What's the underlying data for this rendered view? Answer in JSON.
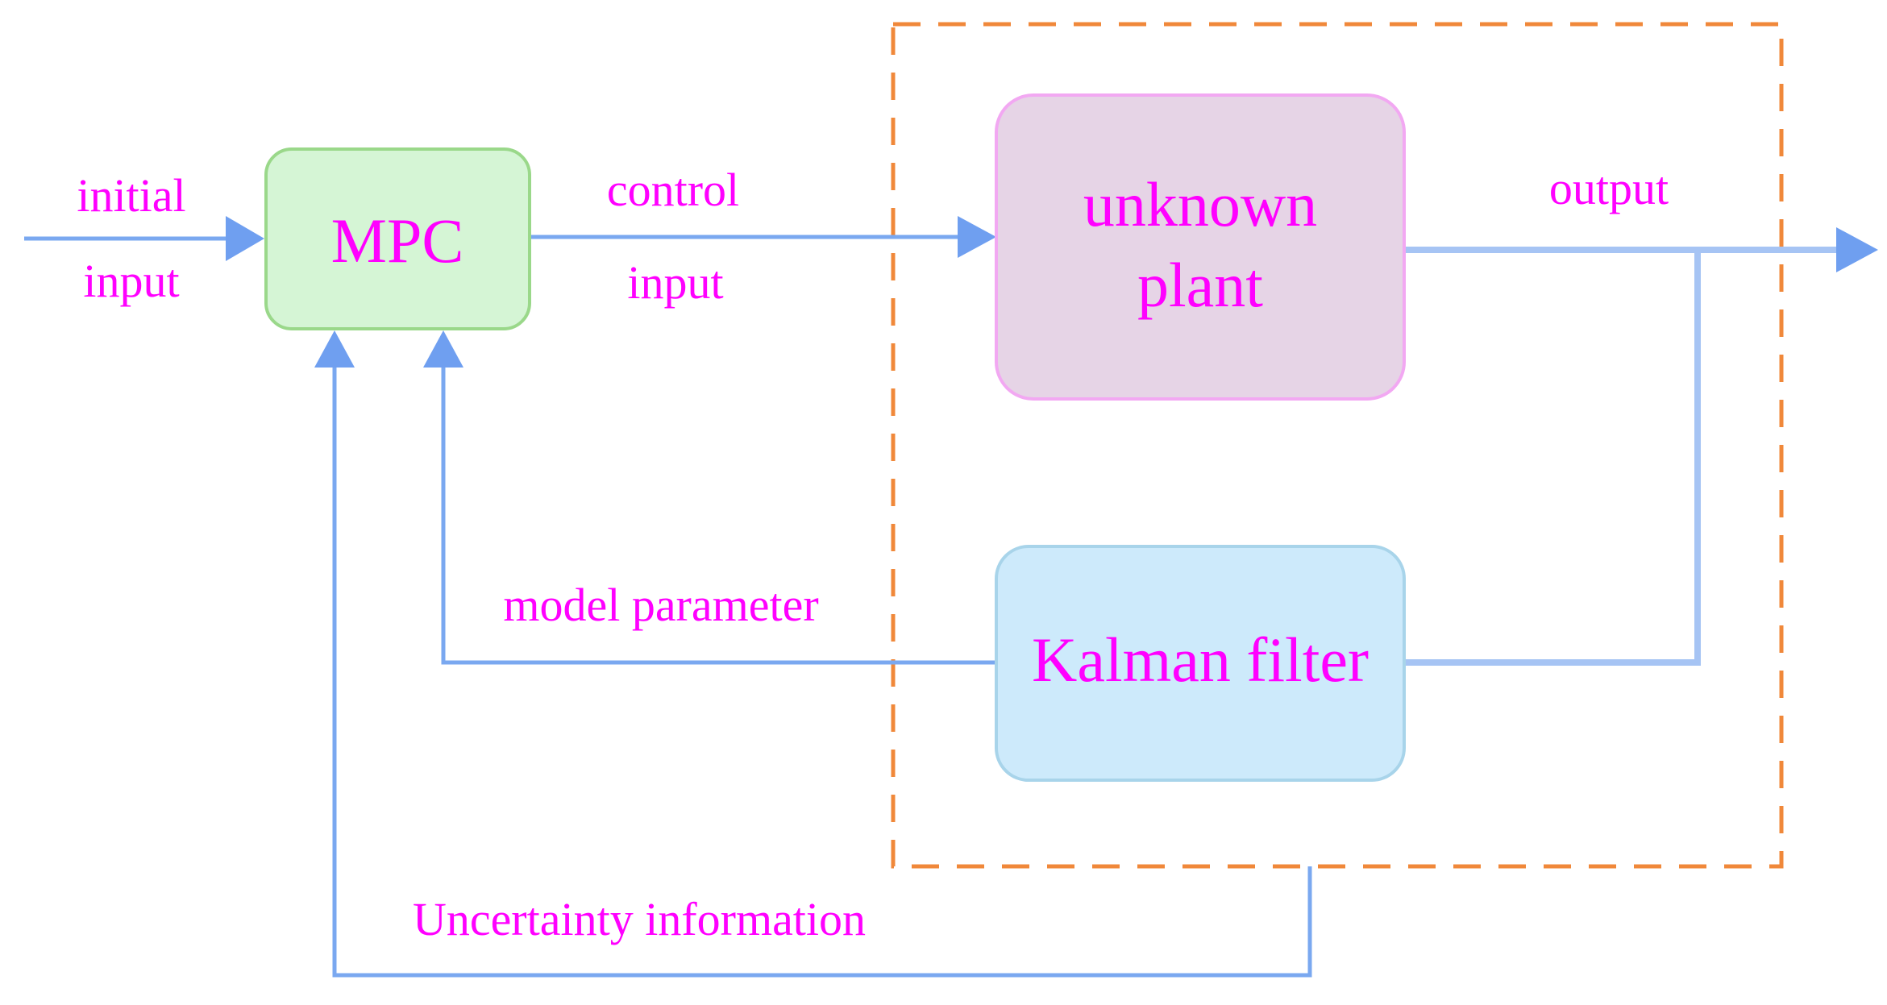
{
  "blocks": {
    "mpc": "MPC",
    "plant_line1": "unknown",
    "plant_line2": "plant",
    "kalman": "Kalman filter"
  },
  "labels": {
    "initial_line1": "initial",
    "initial_line2": "input",
    "control_line1": "control",
    "control_line2": "input",
    "output": "output",
    "model_parameter": "model parameter",
    "uncertainty": "Uncertainty information"
  },
  "colors": {
    "mpc_fill": "#d5f5d5",
    "mpc_stroke": "#9ad88a",
    "plant_fill": "#e6d4e6",
    "plant_stroke": "#f2a8f2",
    "kalman_fill": "#cdeafb",
    "kalman_stroke": "#a8d4ea",
    "dashed_box": "#f0883a",
    "arrow": "#6f9ff0",
    "text": "#ff00ff"
  }
}
